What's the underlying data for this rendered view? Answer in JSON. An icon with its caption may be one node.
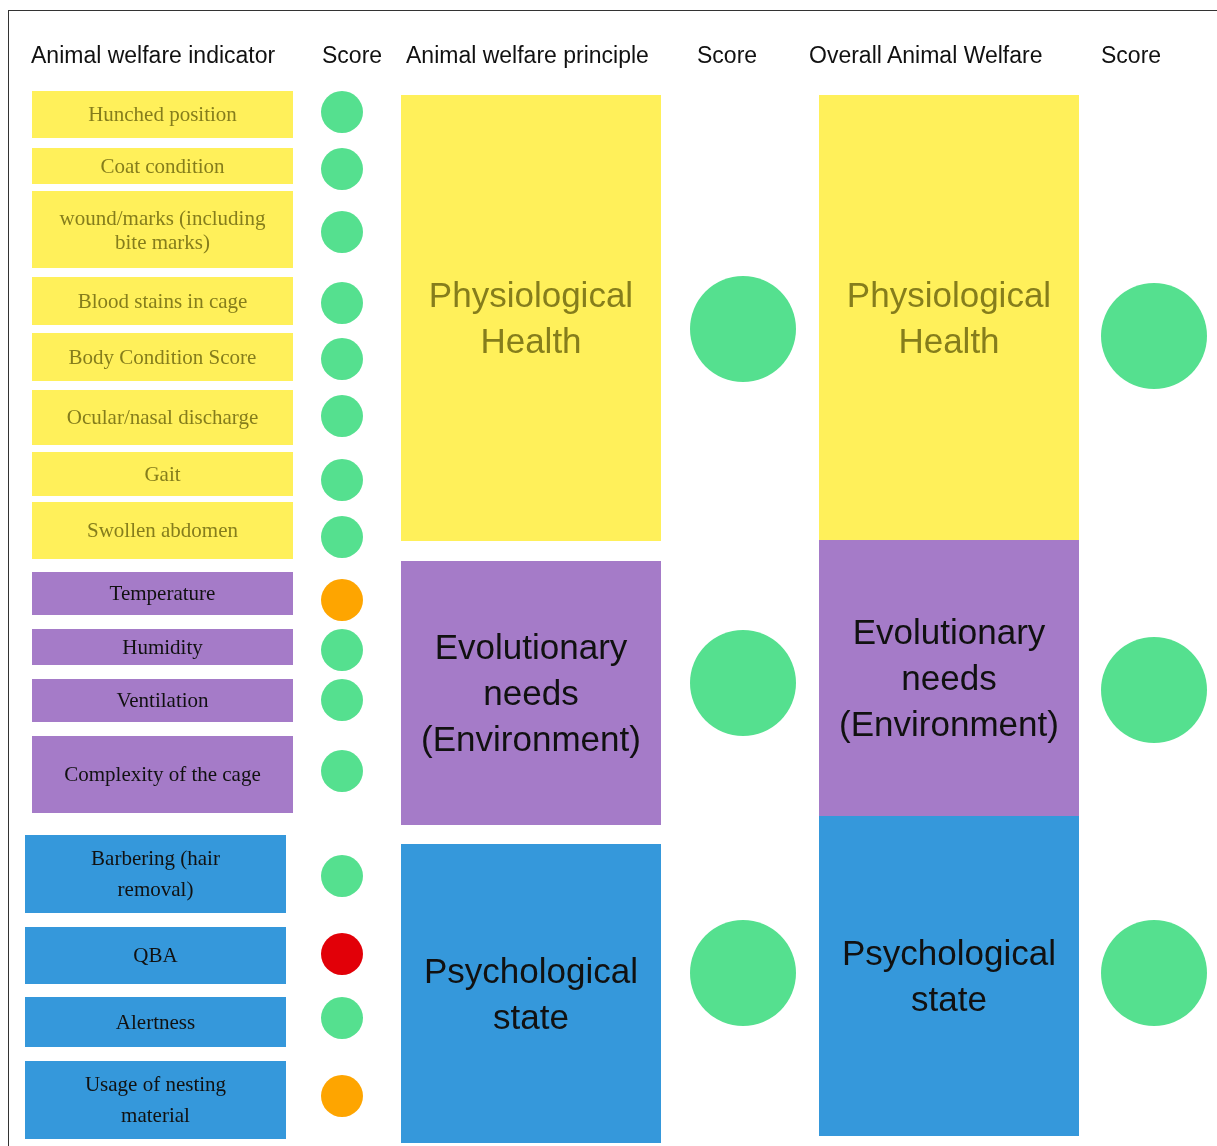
{
  "diagram": {
    "nodes": [
      {
        "text": [
          "Hunched position"
        ]
      },
      {
        "text": [
          "Coat condition"
        ]
      },
      {
        "text": [
          "wound/marks (including bite marks)"
        ]
      },
      {
        "text": [
          "Blood stains in cage"
        ]
      },
      {
        "text": [
          "Body Condition Score"
        ]
      },
      {
        "text": [
          "Ocular/nasal discharge"
        ]
      },
      {
        "text": [
          "Gait"
        ]
      },
      {
        "text": [
          "Swollen abdomen"
        ]
      },
      {
        "text": [
          "Temperature"
        ]
      },
      {
        "text": [
          "Humidity"
        ]
      },
      {
        "text": [
          "Ventilation"
        ]
      },
      {
        "text": [
          "Complexity of the cage"
        ]
      },
      {
        "text": [
          "Barbering (hair removal)"
        ]
      },
      {
        "text": [
          "QBA"
        ]
      },
      {
        "text": [
          "Alertness"
        ]
      },
      {
        "text": [
          "Usage of nesting material"
        ]
      },
      {
        "text": [],
        "shape": "circle"
      },
      {
        "text": [],
        "shape": "circle"
      },
      {
        "text": [],
        "shape": "circle"
      },
      {
        "text": [],
        "shape": "circle"
      },
      {
        "text": [],
        "shape": "circle"
      },
      {
        "text": [],
        "shape": "circle"
      },
      {
        "text": [],
        "shape": "circle"
      },
      {
        "text": [],
        "shape": "circle"
      },
      {
        "text": [],
        "shape": "circle"
      },
      {
        "text": [],
        "shape": "circle"
      },
      {
        "text": [],
        "shape": "circle"
      },
      {
        "text": [],
        "shape": "circle"
      },
      {
        "text": [],
        "shape": "circle"
      },
      {
        "text": [],
        "shape": "circle"
      },
      {
        "text": [],
        "shape": "circle"
      },
      {
        "text": [],
        "shape": "circle"
      },
      {
        "text": [
          "Physiological Health"
        ]
      },
      {
        "text": [
          "Evolutionary needs (Environment)"
        ]
      },
      {
        "text": [
          "Psychological state"
        ]
      },
      {
        "text": [],
        "shape": "circle"
      },
      {
        "text": [],
        "shape": "circle"
      },
      {
        "text": [],
        "shape": "circle"
      },
      {
        "text": [
          "Physiological Health"
        ]
      },
      {
        "text": [
          "Evolutionary needs (Environment)"
        ]
      },
      {
        "text": [
          "Psychological state"
        ]
      },
      {
        "text": [],
        "shape": "circle"
      },
      {
        "text": [],
        "shape": "circle"
      },
      {
        "text": [],
        "shape": "circle"
      }
    ],
    "labels": [
      "Animal welfare indicator",
      "Score",
      "Animal welfare principle",
      "Score",
      "Overall Animal Welfare",
      "Score"
    ]
  }
}
